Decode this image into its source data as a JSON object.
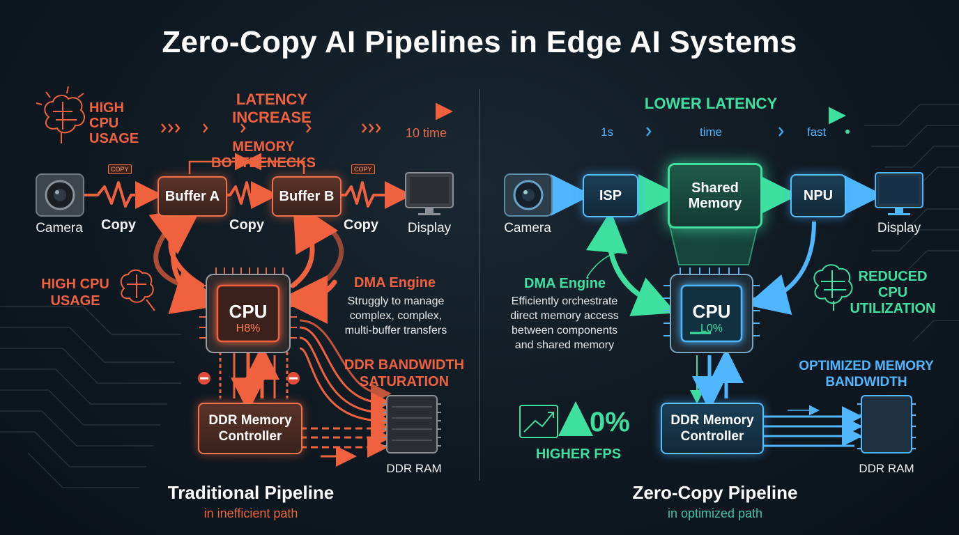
{
  "title": "Zero-Copy AI Pipelines in Edge AI Systems",
  "left": {
    "latency_label": "LATENCY INCREASE",
    "time_label": "10 time",
    "high_cpu_top": "HIGH\nCPU\nUSAGE",
    "memory_bottlenecks": "MEMORY BOTTLENECKS",
    "copy_tag": "COPY",
    "camera": "Camera",
    "copy": "Copy",
    "buffer_a": "Buffer A",
    "buffer_b": "Buffer B",
    "display": "Display",
    "high_cpu_mid": "HIGH CPU\nUSAGE",
    "cpu": "CPU",
    "cpu_value": "H8%",
    "dma_title": "DMA Engine",
    "dma_desc": "Struggly to manage\ncomplex, complex,\nmulti-buffer transfers",
    "ddr_bandwidth": "DDR BANDWIDTH\nSATURATION",
    "ddr_controller": "DDR Memory\nController",
    "ddr_ram": "DDR RAM",
    "pipeline_title": "Traditional Pipeline",
    "pipeline_sub": "in inefficient path"
  },
  "right": {
    "latency_label": "LOWER LATENCY",
    "t1": "1s",
    "t2": "time",
    "t3": "fast",
    "camera": "Camera",
    "isp": "ISP",
    "shared_memory": "Shared\nMemory",
    "npu": "NPU",
    "display": "Display",
    "dma_title": "DMA Engine",
    "dma_desc": "Efficiently orchestrate\ndirect memory access\nbetween components\nand shared memory",
    "cpu": "CPU",
    "cpu_value": "L0%",
    "reduced_cpu": "REDUCED\nCPU\nUTILIZATION",
    "optimized_bw": "OPTIMIZED MEMORY\nBANDWIDTH",
    "fps_value": "0%",
    "higher_fps": "HIGHER FPS",
    "ddr_controller": "DDR Memory\nController",
    "ddr_ram": "DDR RAM",
    "pipeline_title": "Zero-Copy Pipeline",
    "pipeline_sub": "in optimized path"
  },
  "colors": {
    "red": "#f0623f",
    "green": "#3ee0a0",
    "blue": "#4fb6ff"
  }
}
